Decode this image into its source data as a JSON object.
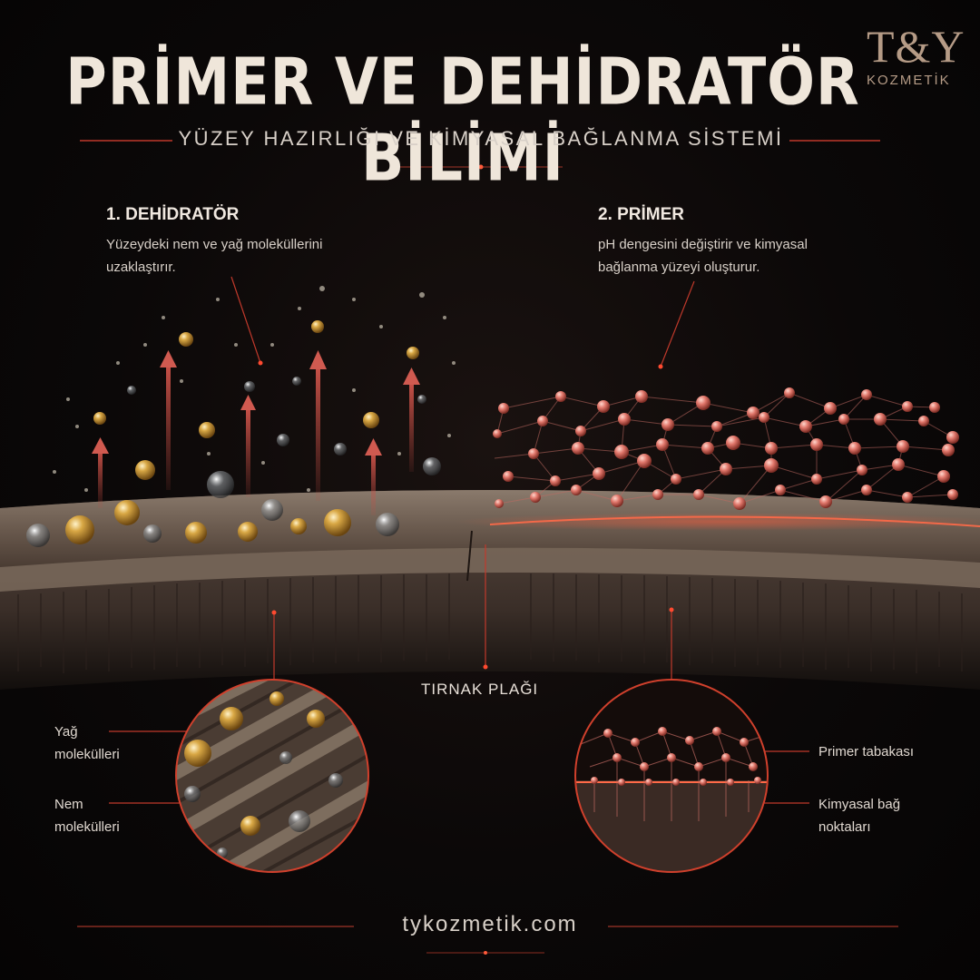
{
  "header": {
    "title": "PRİMER VE DEHİDRATÖR BİLİMİ",
    "subtitle": "YÜZEY HAZIRLIĞI VE KİMYASAL BAĞLANMA SİSTEMİ"
  },
  "logo": {
    "mark": "T&Y",
    "text": "KOZMETİK"
  },
  "dehydrator": {
    "heading": "1. DEHİDRATÖR",
    "desc_line1": "Yüzeydeki nem ve yağ moleküllerini",
    "desc_line2": "uzaklaştırır."
  },
  "primer": {
    "heading": "2. PRİMER",
    "desc_line1": "pH dengesini değiştirir ve kimyasal",
    "desc_line2": "bağlanma yüzeyi oluşturur."
  },
  "nail_plate_label": "TIRNAK PLAĞI",
  "left_callouts": {
    "oil_line1": "Yağ",
    "oil_line2": "molekülleri",
    "moisture_line1": "Nem",
    "moisture_line2": "molekülleri"
  },
  "right_callouts": {
    "primer_layer": "Primer tabakası",
    "bond_line1": "Kimyasal bağ",
    "bond_line2": "noktaları"
  },
  "footer": {
    "url": "tykozmetik.com"
  },
  "colors": {
    "accent_red": "#d0402c",
    "oil_gold": "#c8962e",
    "water_clear": "#d8dde0",
    "primer_node": "#e07a70",
    "plate": "#6a5a4e"
  }
}
